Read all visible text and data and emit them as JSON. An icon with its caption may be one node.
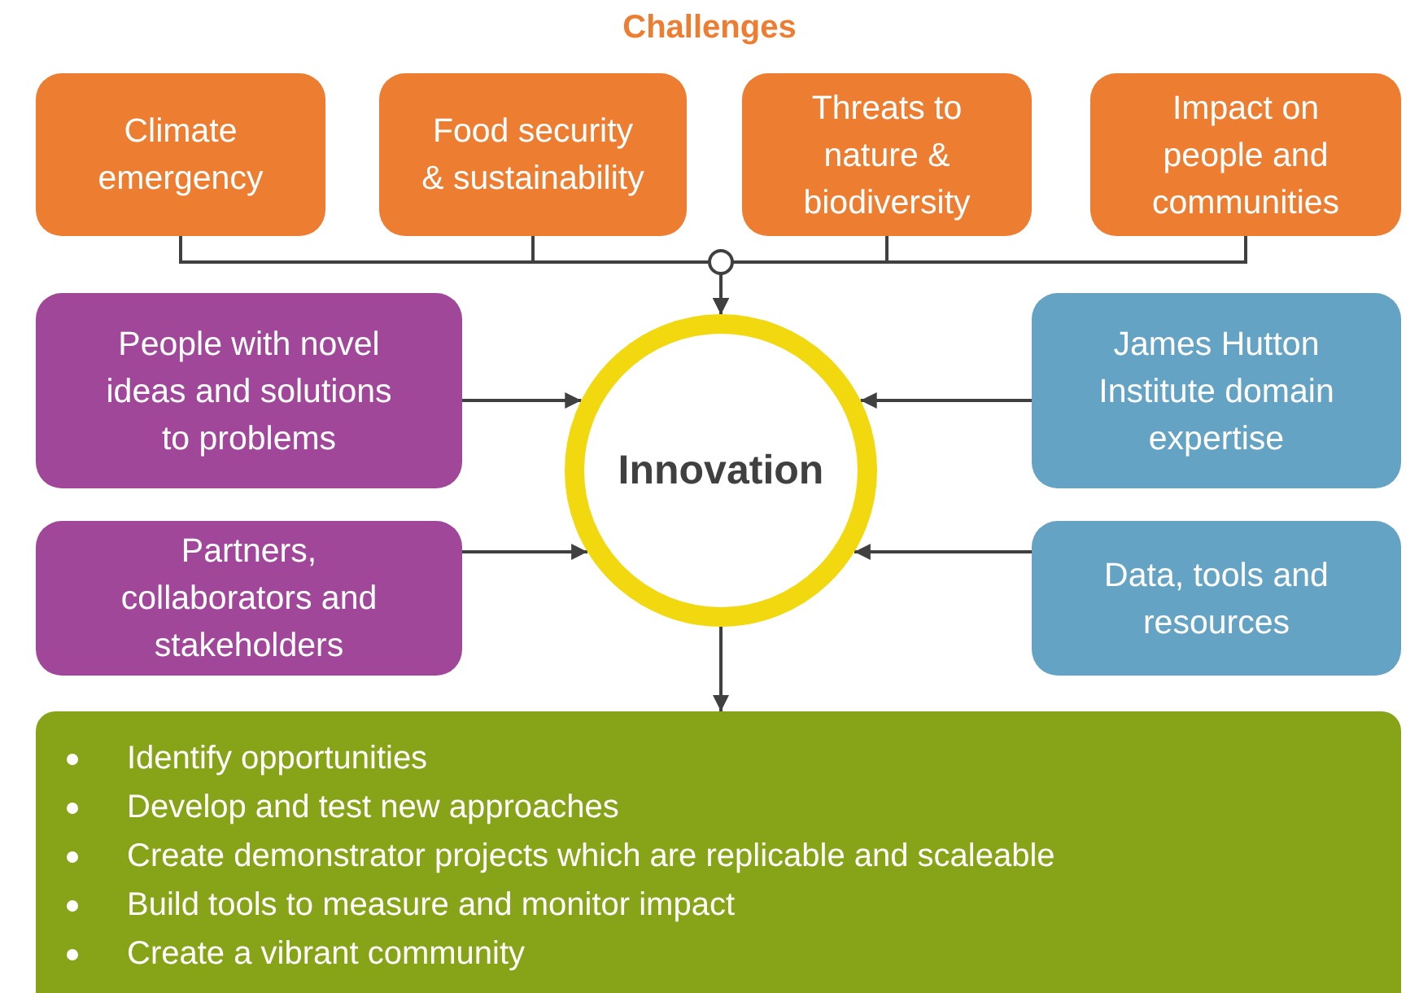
{
  "diagram": {
    "title": "Challenges",
    "nodes": [
      {
        "text": [
          "Climate emergency"
        ]
      },
      {
        "text": [
          "Food security & sustainability"
        ]
      },
      {
        "text": [
          "Threats to nature & biodiversity"
        ]
      },
      {
        "text": [
          "Impact on people and communities"
        ]
      },
      {
        "text": [
          "People with novel ideas and solutions to problems"
        ]
      },
      {
        "text": [
          "Innovation"
        ]
      },
      {
        "text": [
          "James Hutton Institute domain expertise"
        ]
      },
      {
        "text": [
          "Partners, collaborators and stakeholders"
        ]
      },
      {
        "text": [
          "Data, tools and resources"
        ]
      },
      {
        "text": [
          "Identify opportunities",
          "Develop and test new approaches",
          "Create demonstrator projects which are replicable and scaleable",
          "Build tools to measure and monitor impact",
          "Create a vibrant community"
        ]
      }
    ],
    "edges": [
      {
        "from": 0,
        "to": 5,
        "arrow": "to"
      },
      {
        "from": 1,
        "to": 5,
        "arrow": "to"
      },
      {
        "from": 2,
        "to": 5,
        "arrow": "to"
      },
      {
        "from": 3,
        "to": 5,
        "arrow": "to"
      },
      {
        "from": 4,
        "to": 5,
        "arrow": "to"
      },
      {
        "from": 6,
        "to": 5,
        "arrow": "to"
      },
      {
        "from": 7,
        "to": 5,
        "arrow": "to"
      },
      {
        "from": 8,
        "to": 5,
        "arrow": "to"
      },
      {
        "from": 5,
        "to": 9,
        "arrow": "to"
      }
    ]
  }
}
